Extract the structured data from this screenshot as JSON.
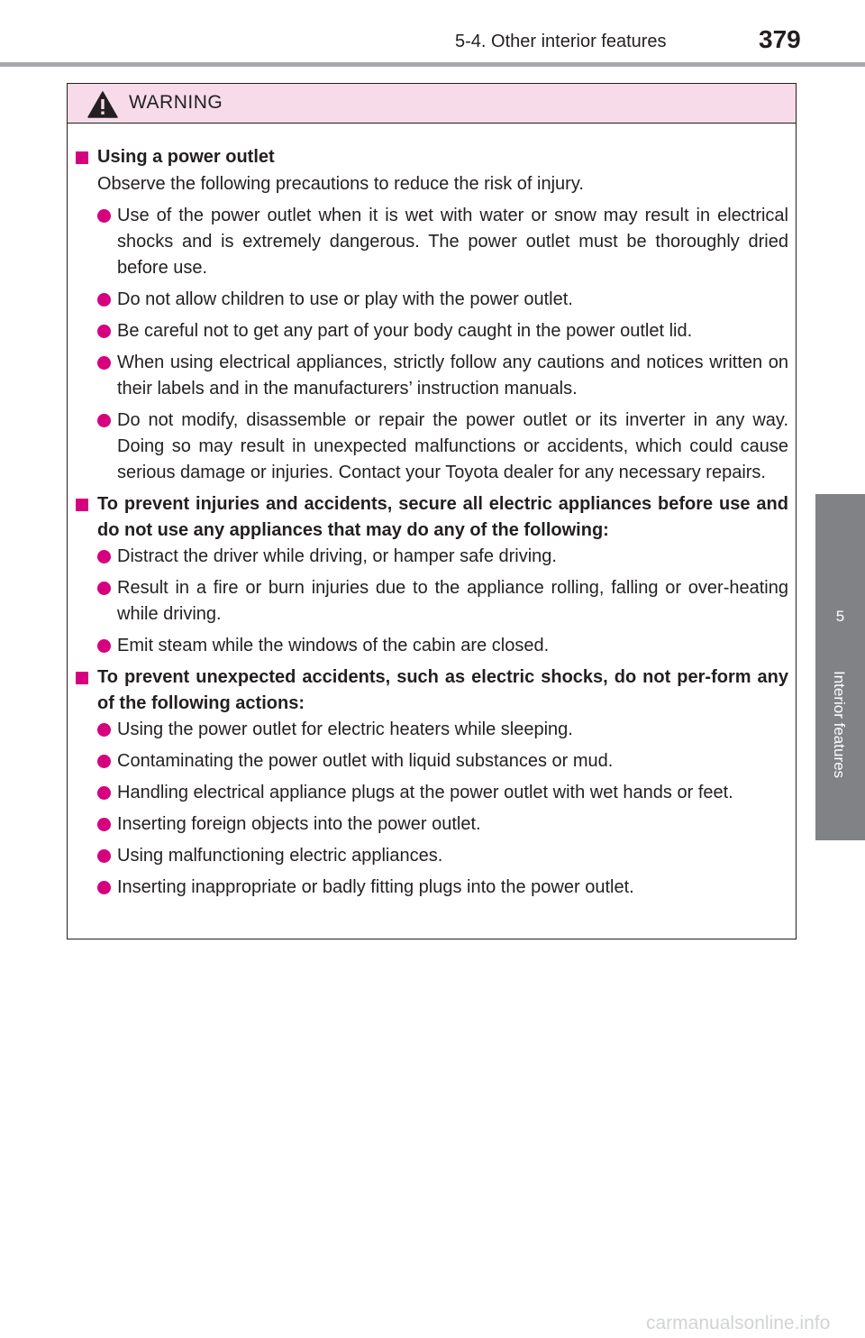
{
  "header": {
    "section": "5-4. Other interior features",
    "page_number": "379"
  },
  "side_tab": {
    "number": "5",
    "label": "Interior features"
  },
  "warning": {
    "title": "WARNING",
    "icon": "warning-triangle-icon",
    "sections": [
      {
        "heading": "Using a power outlet",
        "intro": "Observe the following precautions to reduce the risk of injury.",
        "bullets": [
          "Use of the power outlet when it is wet with water or snow may result in electrical shocks and is extremely dangerous. The power outlet must be thoroughly dried before use.",
          "Do not allow children to use or play with the power outlet.",
          "Be careful not to get any part of your body caught in the power outlet lid.",
          "When using electrical appliances, strictly follow any cautions and notices written on their labels and in the manufacturers’ instruction manuals.",
          "Do not modify, disassemble or repair the power outlet or its inverter in any way. Doing so may result in unexpected malfunctions or accidents, which could cause serious damage or injuries. Contact your Toyota dealer for any necessary repairs."
        ]
      },
      {
        "heading": "To prevent injuries and accidents, secure all electric appliances before use and do not use any appliances that may do any of the following:",
        "bullets": [
          "Distract the driver while driving, or hamper safe driving.",
          "Result in a fire or burn injuries due to the appliance rolling, falling or over-heating while driving.",
          "Emit steam while the windows of the cabin are closed."
        ]
      },
      {
        "heading": "To prevent unexpected accidents, such as electric shocks, do not per-form any of the following actions:",
        "bullets": [
          "Using the power outlet for electric heaters while sleeping.",
          "Contaminating the power outlet with liquid substances or mud.",
          "Handling electrical appliance plugs at the power outlet with wet hands or feet.",
          "Inserting foreign objects into the power outlet.",
          "Using malfunctioning electric appliances.",
          "Inserting inappropriate or badly fitting plugs into the power outlet."
        ]
      }
    ]
  },
  "footer": {
    "watermark": "carmanualsonline.info"
  },
  "colors": {
    "accent": "#d6007f",
    "warning_header_bg": "#f7dbe9",
    "side_tab_bg": "#808285",
    "rule": "#a7a9ac"
  }
}
